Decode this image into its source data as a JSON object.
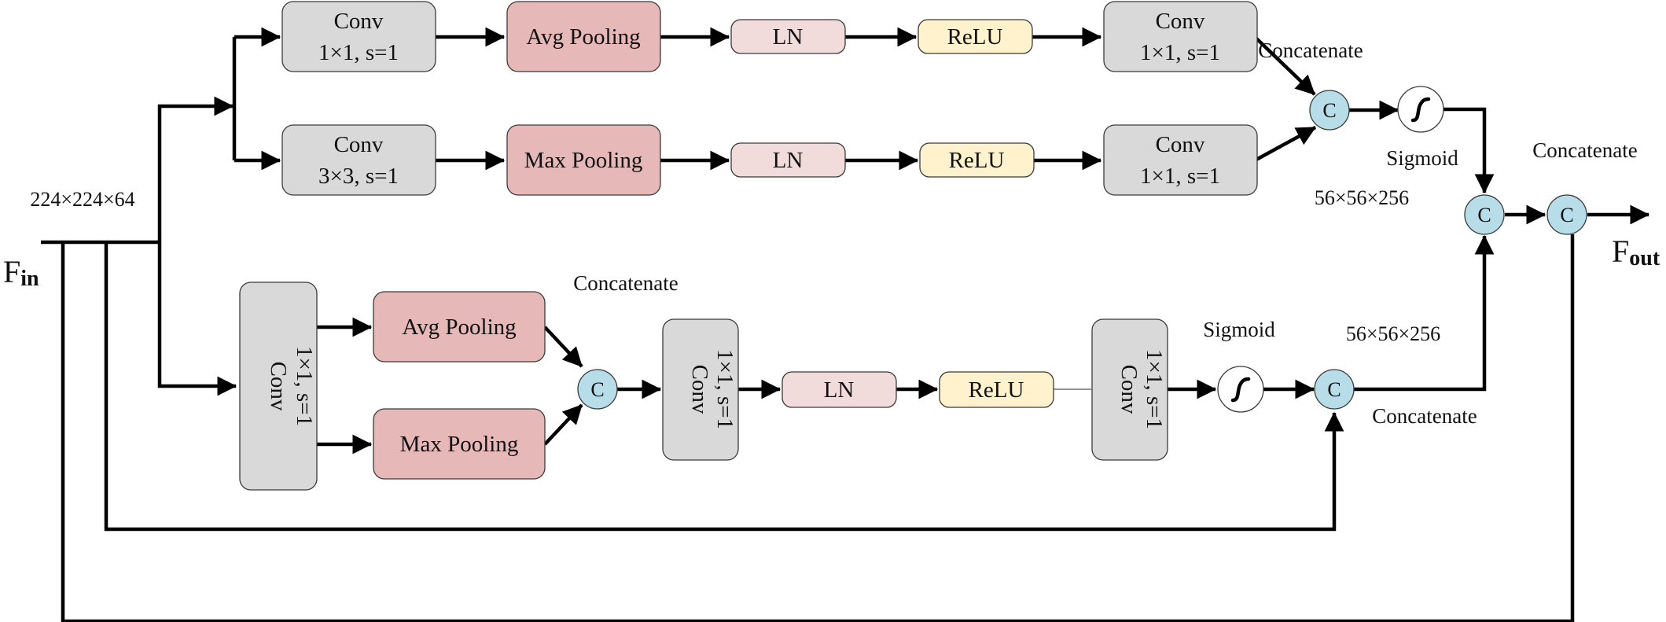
{
  "conv_1x1_s1": {
    "title": "Conv",
    "params": "1×1, s=1"
  },
  "conv_3x3_s1": {
    "title": "Conv",
    "params": "3×3, s=1"
  },
  "conv_vertical": "Conv",
  "conv_vertical_params": "1×1, s=1",
  "avg_pooling": "Avg Pooling",
  "max_pooling": "Max Pooling",
  "ln": "LN",
  "relu": "ReLU",
  "concat_symbol": "C",
  "concatenate": "Concatenate",
  "sigmoid": "Sigmoid",
  "input_dim": "224×224×64",
  "out_dim": "56×56×256",
  "f_in": {
    "main": "F",
    "sub": "in"
  },
  "f_out": {
    "main": "F",
    "sub": "out"
  }
}
